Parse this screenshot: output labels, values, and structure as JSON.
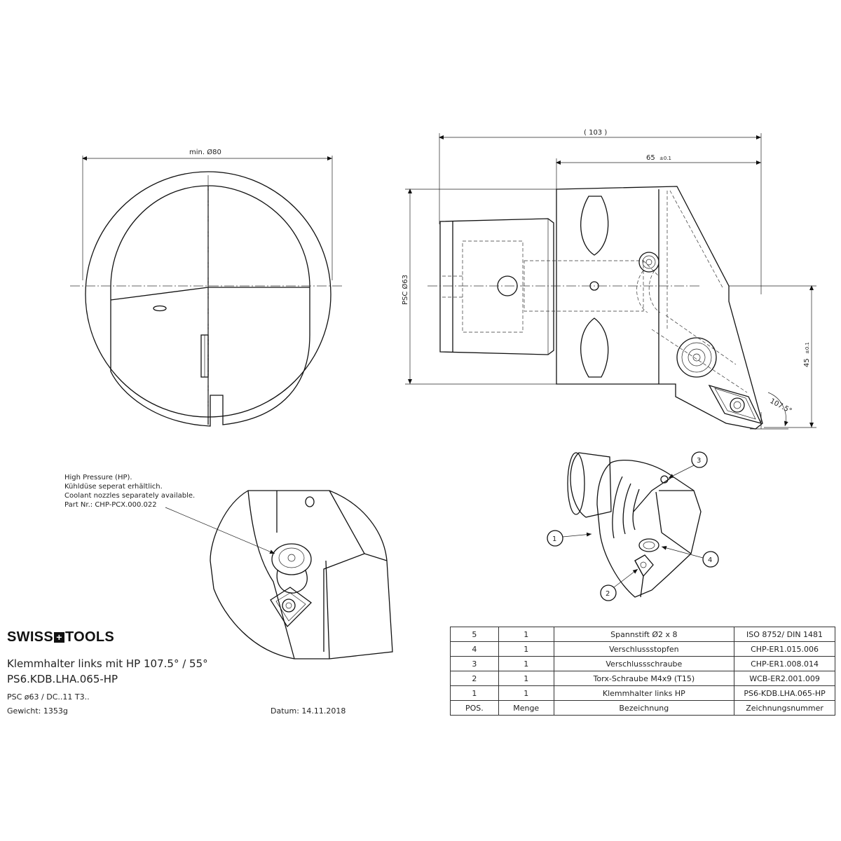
{
  "brand": {
    "left": "SWISS",
    "mark": "+",
    "right": "TOOLS"
  },
  "title_block": {
    "description": "Klemmhalter links mit HP 107.5° / 55°",
    "code": "PS6.KDB.LHA.065-HP",
    "spec": "PSC ø63 / DC..11 T3..",
    "weight": "Gewicht: 1353g",
    "date": "Datum: 14.11.2018"
  },
  "dimensions": {
    "front_diameter": "min. Ø80",
    "length_total": "( 103 )",
    "length_65": "65",
    "tol_65": "±0.1",
    "psc_diameter": "PSC Ø63",
    "height_45": "45",
    "tol_45": "±0.1",
    "angle": "107.5°"
  },
  "coolant_note": {
    "line1": "High Pressure (HP).",
    "line2": "Kühldüse seperat erhältlich.",
    "line3": "Coolant nozzles separately available.",
    "line4": "Part Nr.: CHP-PCX.000.022"
  },
  "balloons": {
    "b1": "1",
    "b2": "2",
    "b3": "3",
    "b4": "4"
  },
  "parts_list": {
    "rows": [
      {
        "pos": "5",
        "qty": "1",
        "name": "Spannstift Ø2 x 8",
        "number": "ISO 8752/ DIN 1481"
      },
      {
        "pos": "4",
        "qty": "1",
        "name": "Verschlussstopfen",
        "number": "CHP-ER1.015.006"
      },
      {
        "pos": "3",
        "qty": "1",
        "name": "Verschlussschraube",
        "number": "CHP-ER1.008.014"
      },
      {
        "pos": "2",
        "qty": "1",
        "name": "Torx-Schraube M4x9 (T15)",
        "number": "WCB-ER2.001.009"
      },
      {
        "pos": "1",
        "qty": "1",
        "name": "Klemmhalter links HP",
        "number": "PS6-KDB.LHA.065-HP"
      }
    ],
    "header": {
      "pos": "POS.",
      "qty": "Menge",
      "name": "Bezeichnung",
      "number": "Zeichnungsnummer"
    }
  }
}
